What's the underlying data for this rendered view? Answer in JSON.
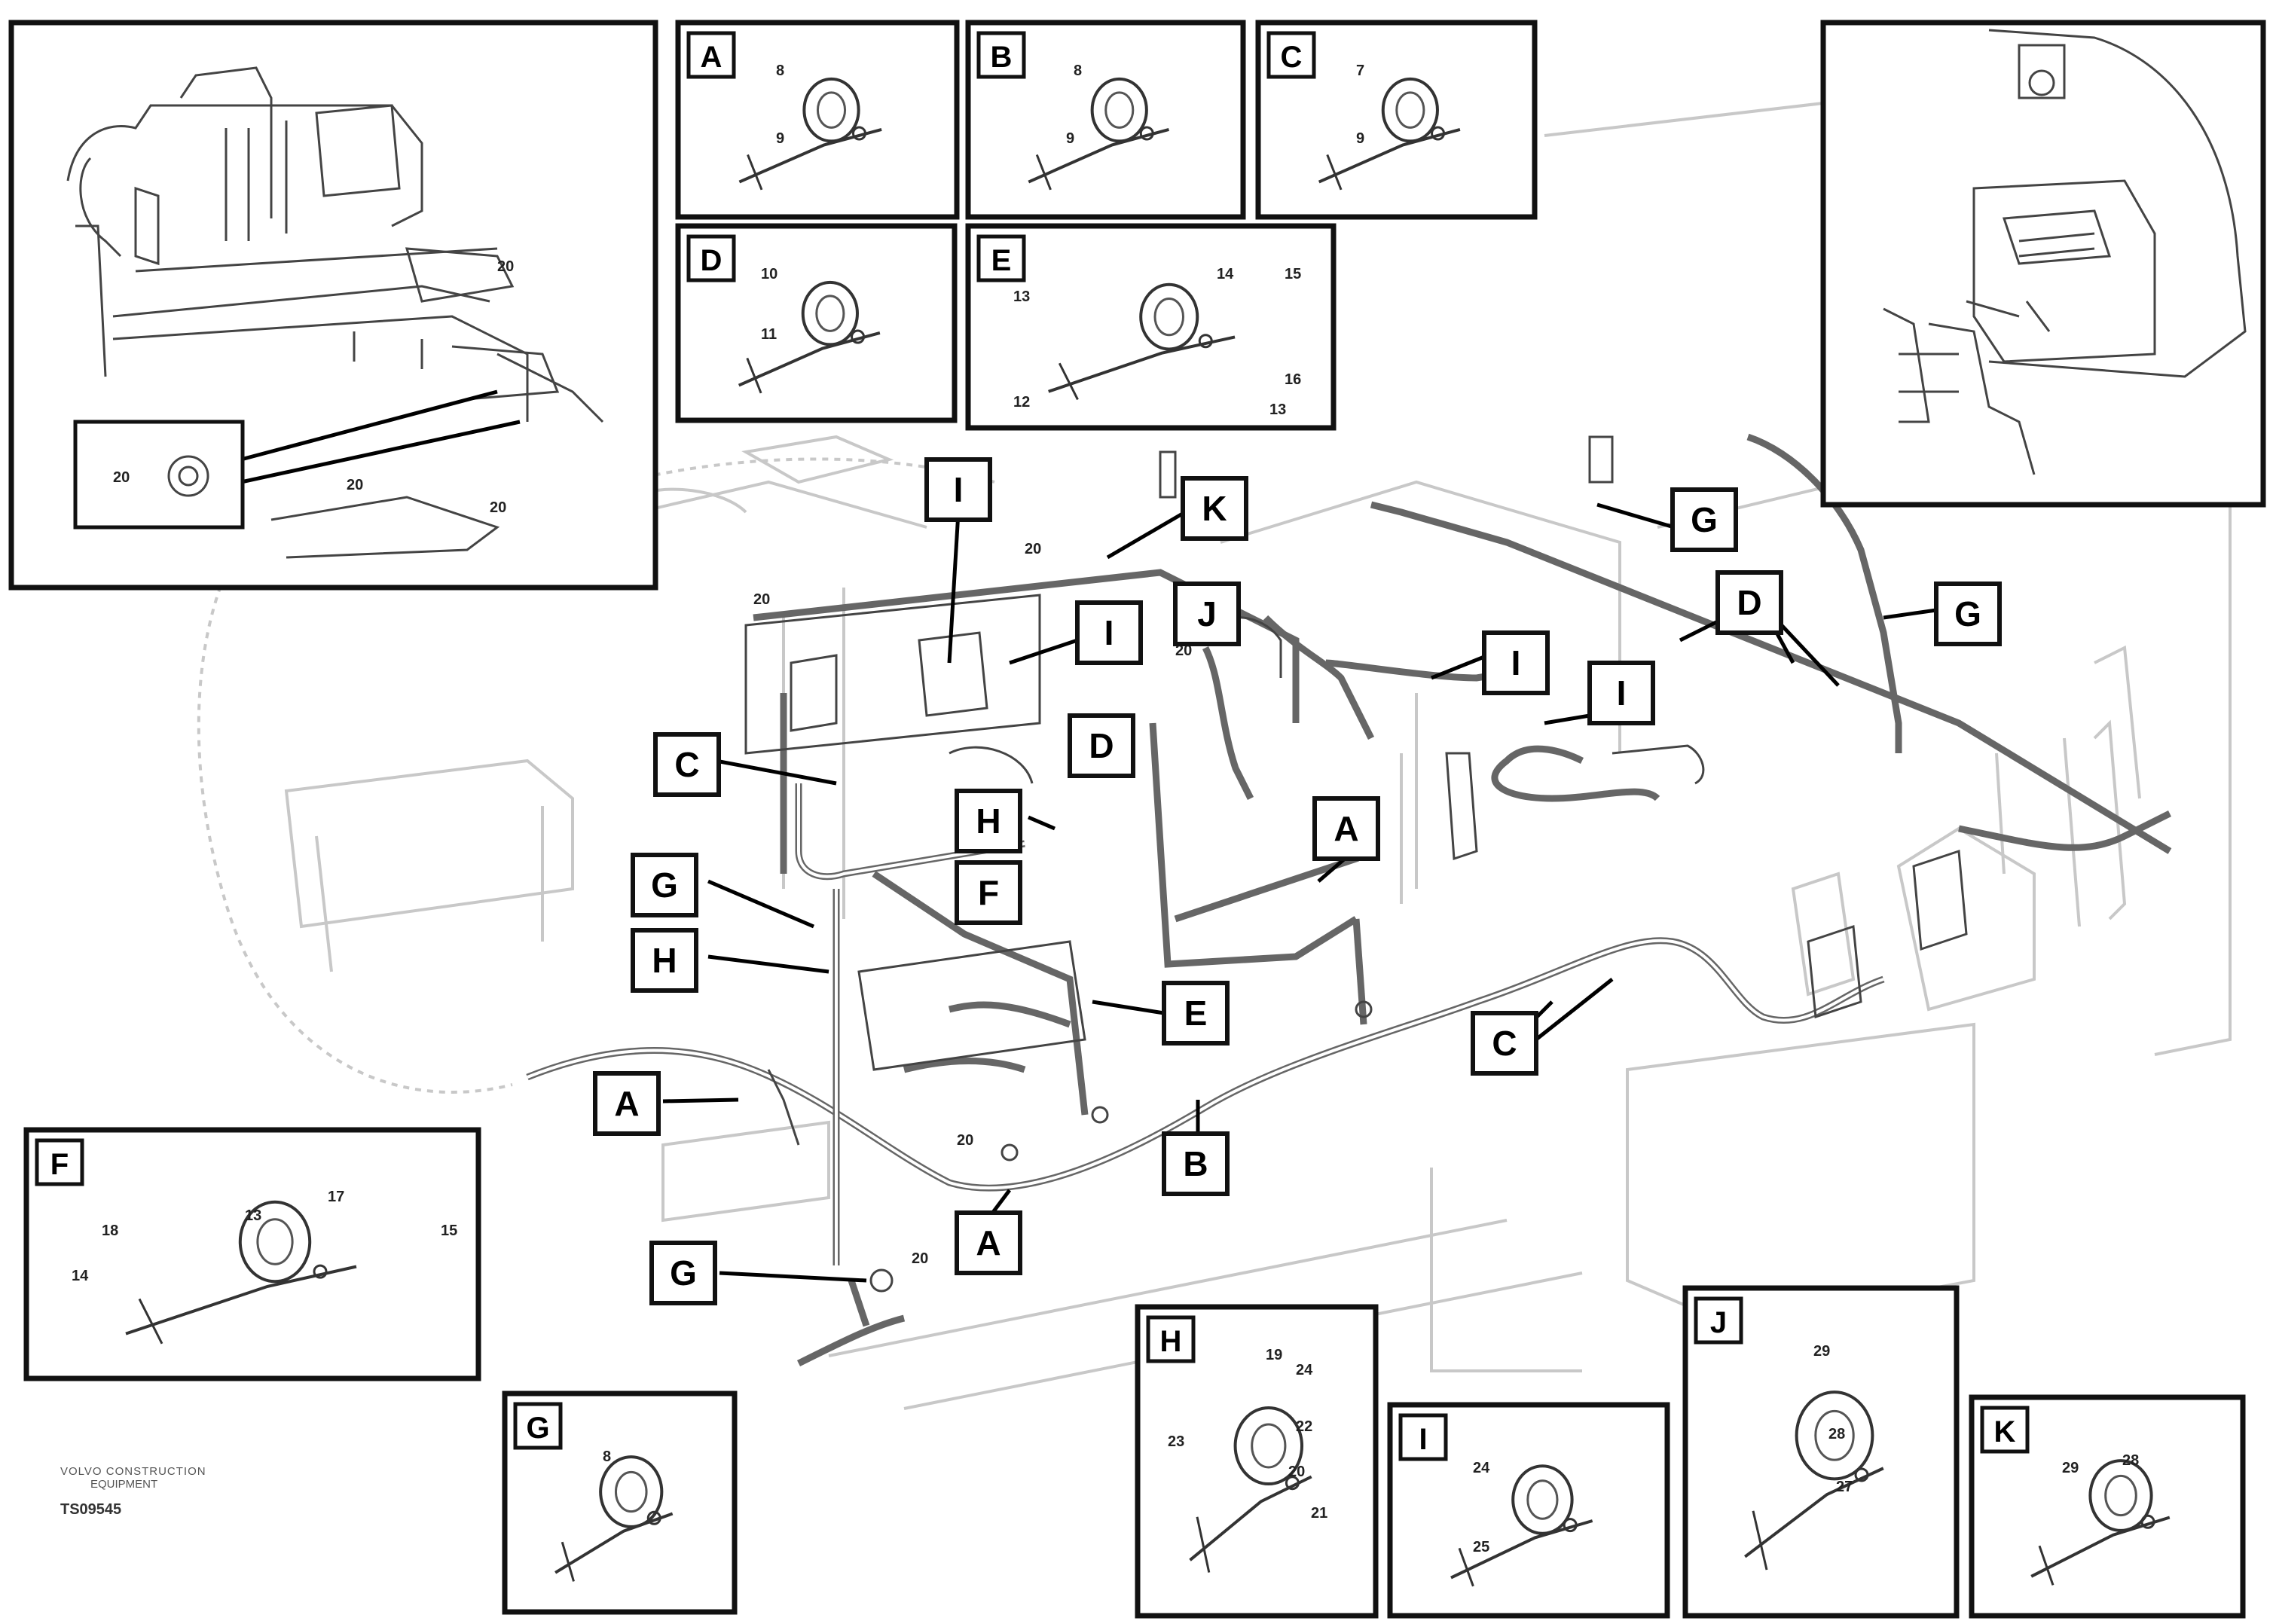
{
  "diagram": {
    "callouts": [
      {
        "label": "I"
      },
      {
        "label": "K"
      },
      {
        "label": "I"
      },
      {
        "label": "J"
      },
      {
        "label": "G"
      },
      {
        "label": "D"
      },
      {
        "label": "G"
      },
      {
        "label": "I"
      },
      {
        "label": "I"
      },
      {
        "label": "C"
      },
      {
        "label": "D"
      },
      {
        "label": "H"
      },
      {
        "label": "A"
      },
      {
        "label": "G"
      },
      {
        "label": "F"
      },
      {
        "label": "H"
      },
      {
        "label": "E"
      },
      {
        "label": "C"
      },
      {
        "label": "A"
      },
      {
        "label": "B"
      },
      {
        "label": "A"
      },
      {
        "label": "G"
      }
    ],
    "details": [
      {
        "label": "A",
        "parts": [
          "8",
          "9"
        ]
      },
      {
        "label": "B",
        "parts": [
          "8",
          "9"
        ]
      },
      {
        "label": "C",
        "parts": [
          "7",
          "9"
        ]
      },
      {
        "label": "D",
        "parts": [
          "10",
          "11"
        ]
      },
      {
        "label": "E",
        "parts": [
          "13",
          "14",
          "15",
          "16",
          "12",
          "13"
        ]
      },
      {
        "label": "F",
        "parts": [
          "18",
          "13",
          "17",
          "15",
          "14"
        ]
      },
      {
        "label": "G",
        "parts": [
          "8"
        ]
      },
      {
        "label": "H",
        "parts": [
          "19",
          "24",
          "22",
          "23",
          "20",
          "21"
        ]
      },
      {
        "label": "I",
        "parts": [
          "24",
          "25"
        ]
      },
      {
        "label": "J",
        "parts": [
          "29",
          "28",
          "27"
        ]
      },
      {
        "label": "K",
        "parts": [
          "29",
          "28"
        ]
      },
      {
        "label": "G",
        "parts": []
      }
    ],
    "overview_inset": {
      "parts": [
        "20"
      ]
    },
    "caption": {
      "line1": "VOLVO CONSTRUCTION",
      "line2": "EQUIPMENT",
      "ref": "TS09545"
    }
  }
}
